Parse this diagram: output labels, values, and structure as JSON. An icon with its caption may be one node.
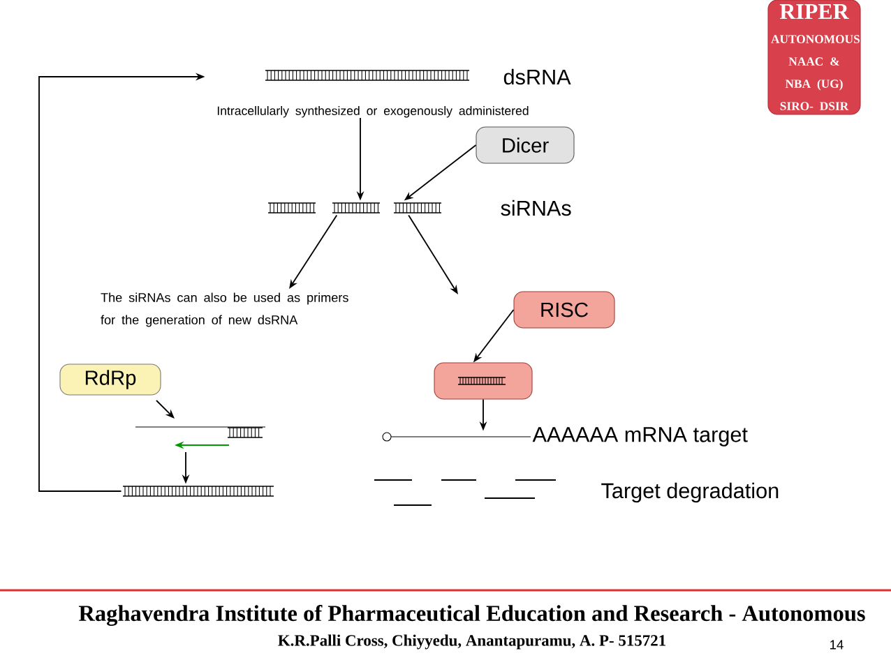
{
  "diagram": {
    "nodes": [
      {
        "text": [
          "Intracellularly synthesized or exogenously administered"
        ],
        "beside": [
          "dsRNA"
        ]
      },
      {
        "text": [
          "Dicer"
        ]
      },
      {
        "text": [],
        "shape": "bar",
        "beside": [
          "siRNAs"
        ]
      },
      {
        "text": [
          "The siRNAs can also be used as primers for the generation of new dsRNA"
        ]
      },
      {
        "text": [
          "RISC"
        ]
      },
      {
        "text": [
          "RdRp"
        ]
      },
      {
        "text": [],
        "shape": "bar"
      },
      {
        "text": [],
        "shape": "bar"
      },
      {
        "text": [],
        "shape": "box"
      },
      {
        "text": [],
        "shape": "bar",
        "beside": [
          "AAAAAA mRNA target"
        ]
      },
      {
        "text": [
          "RIPER",
          "AUTONOMOUS NAAC & NBA (UG) SIRO- DSIR"
        ]
      }
    ],
    "edges": [
      {
        "from": 0,
        "to": 2,
        "arrow": "to"
      },
      {
        "from": 1,
        "to": 2,
        "arrow": "to"
      },
      {
        "from": 2,
        "to": 3,
        "arrow": "to"
      },
      {
        "from": 2,
        "to": null,
        "arrow": "to"
      },
      {
        "from": 4,
        "to": 8,
        "arrow": "to"
      },
      {
        "from": 5,
        "to": 6,
        "arrow": "to"
      },
      {
        "from": 6,
        "to": 7,
        "arrow": "to"
      },
      {
        "from": 7,
        "to": 0,
        "arrow": "to"
      },
      {
        "from": 8,
        "to": 9,
        "arrow": "to"
      }
    ],
    "labels": [
      "Target degradation",
      "Raghavendra Institute of Pharmaceutical Education and Research - Autonomous",
      "K.R.Palli Cross, Chiyyedu, Anantapuramu, A. P- 515721",
      "14"
    ]
  }
}
